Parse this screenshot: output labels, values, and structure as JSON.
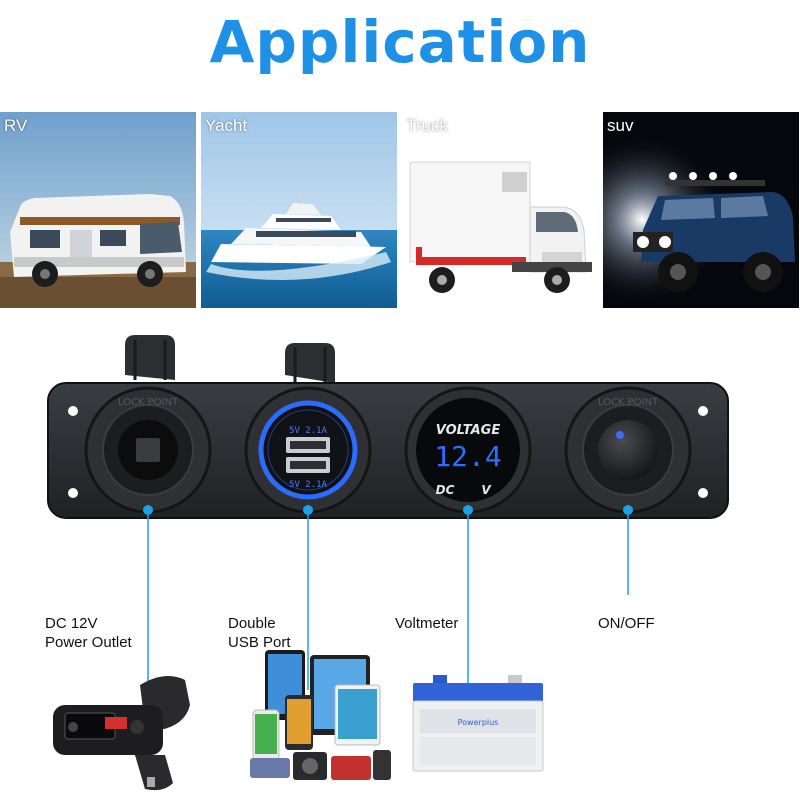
{
  "title": "Application",
  "colors": {
    "title": "#1e90e6",
    "accent": "#1ea0e6",
    "led": "#2b6cff",
    "panel": "#2a2c30"
  },
  "vehicles": [
    {
      "label": "RV"
    },
    {
      "label": "Yacht"
    },
    {
      "label": "Truck"
    },
    {
      "label": "suv"
    }
  ],
  "panel": {
    "socket_ring_text": "LOCK POINT",
    "usb_top_label": "5V 2.1A",
    "usb_bottom_label": "5V 2.1A",
    "voltmeter_title": "VOLTAGE",
    "voltmeter_reading": "12.4",
    "voltmeter_dc": "DC",
    "voltmeter_unit": "V"
  },
  "callouts": [
    {
      "line1": "DC 12V",
      "line2": "Power Outlet"
    },
    {
      "line1": "Double",
      "line2": "USB Port"
    },
    {
      "line1": "Voltmeter"
    },
    {
      "line1": "ON/OFF"
    }
  ],
  "products": {
    "battery_brand": "Powerplus"
  }
}
